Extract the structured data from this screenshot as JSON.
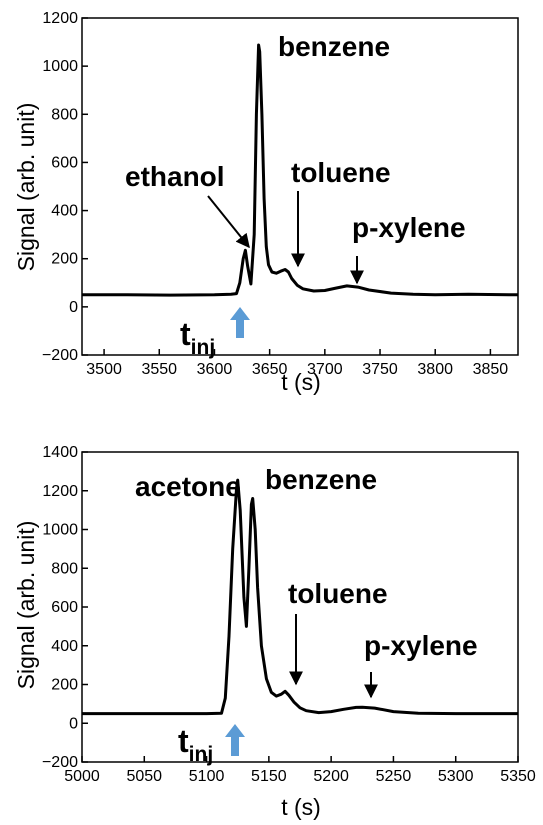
{
  "chart_data": [
    {
      "type": "line",
      "title": "",
      "xlabel": "t (s)",
      "ylabel": "Signal (arb. unit)",
      "xlim": [
        3480,
        3875
      ],
      "ylim": [
        -200,
        1200
      ],
      "xticks": [
        3500,
        3550,
        3600,
        3650,
        3700,
        3750,
        3800,
        3850
      ],
      "yticks": [
        -200,
        0,
        200,
        400,
        600,
        800,
        1000,
        1200
      ],
      "ytick_labels": [
        "−200",
        "0",
        "200",
        "400",
        "600",
        "800",
        "1000",
        "1200"
      ],
      "series": [
        {
          "x": [
            3480,
            3520,
            3560,
            3600,
            3615,
            3620,
            3623,
            3626,
            3628,
            3630,
            3633,
            3636,
            3638,
            3640,
            3641,
            3643,
            3645,
            3647,
            3649,
            3652,
            3656,
            3660,
            3664,
            3667,
            3670,
            3675,
            3680,
            3690,
            3700,
            3710,
            3720,
            3730,
            3740,
            3760,
            3780,
            3800,
            3830,
            3875
          ],
          "y": [
            50,
            50,
            49,
            50,
            52,
            55,
            100,
            200,
            235,
            170,
            95,
            300,
            800,
            1088,
            1060,
            800,
            450,
            250,
            175,
            145,
            140,
            148,
            155,
            145,
            118,
            90,
            75,
            66,
            68,
            78,
            87,
            82,
            70,
            57,
            52,
            50,
            52,
            50
          ]
        }
      ],
      "annotations": [
        {
          "text": "ethanol",
          "points_to": [
            3630,
            235
          ]
        },
        {
          "text": "benzene"
        },
        {
          "text": "toluene",
          "points_to": [
            3664,
            150
          ]
        },
        {
          "text": "p-xylene",
          "points_to": [
            3722,
            90
          ]
        },
        {
          "text": "t",
          "subscript": "inj",
          "points_to": [
            3613,
            0
          ]
        }
      ],
      "colors": {
        "line": "#000000",
        "injection_arrow": "#5b9bd5"
      }
    },
    {
      "type": "line",
      "title": "",
      "xlabel": "t (s)",
      "ylabel": "Signal (arb. unit)",
      "xlim": [
        5000,
        5350
      ],
      "ylim": [
        -200,
        1400
      ],
      "xticks": [
        5000,
        5050,
        5100,
        5150,
        5200,
        5250,
        5300,
        5350
      ],
      "yticks": [
        -200,
        0,
        200,
        400,
        600,
        800,
        1000,
        1200,
        1400
      ],
      "ytick_labels": [
        "−200",
        "0",
        "200",
        "400",
        "600",
        "800",
        "1000",
        "1200",
        "1400"
      ],
      "series": [
        {
          "x": [
            5000,
            5050,
            5100,
            5112,
            5115,
            5118,
            5121,
            5124,
            5125,
            5127,
            5130,
            5132,
            5134,
            5136,
            5137,
            5139,
            5141,
            5144,
            5148,
            5152,
            5156,
            5160,
            5163,
            5166,
            5170,
            5175,
            5180,
            5190,
            5200,
            5210,
            5220,
            5225,
            5235,
            5250,
            5270,
            5300,
            5350
          ],
          "y": [
            50,
            50,
            50,
            52,
            130,
            450,
            900,
            1210,
            1255,
            1100,
            650,
            500,
            800,
            1130,
            1160,
            1000,
            700,
            400,
            230,
            160,
            140,
            150,
            165,
            145,
            110,
            80,
            65,
            55,
            60,
            72,
            82,
            83,
            78,
            60,
            52,
            50,
            50
          ]
        }
      ],
      "annotations": [
        {
          "text": "acetone"
        },
        {
          "text": "benzene"
        },
        {
          "text": "toluene",
          "points_to": [
            5162,
            165
          ]
        },
        {
          "text": "p-xylene",
          "points_to": [
            5225,
            85
          ]
        },
        {
          "text": "t",
          "subscript": "inj",
          "points_to": [
            5111,
            -10
          ]
        }
      ],
      "colors": {
        "line": "#000000",
        "injection_arrow": "#5b9bd5"
      }
    }
  ]
}
